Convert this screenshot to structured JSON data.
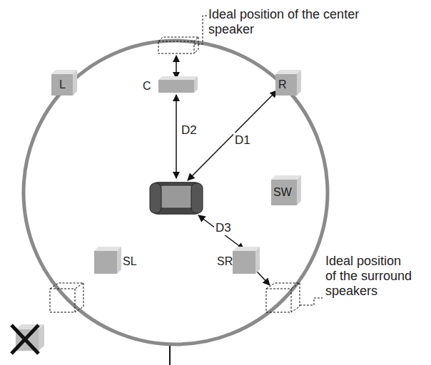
{
  "diagram": {
    "nodes": [
      {
        "text": [
          "L"
        ]
      },
      {
        "text": [
          "C"
        ]
      },
      {
        "text": [
          "R"
        ]
      },
      {
        "text": [
          "SW"
        ]
      },
      {
        "text": [
          "SL"
        ]
      },
      {
        "text": [
          "SR"
        ]
      }
    ],
    "labels": [
      "Ideal position of the center speaker",
      "D2",
      "D1",
      "D3",
      "Ideal position of the surround speakers"
    ]
  }
}
